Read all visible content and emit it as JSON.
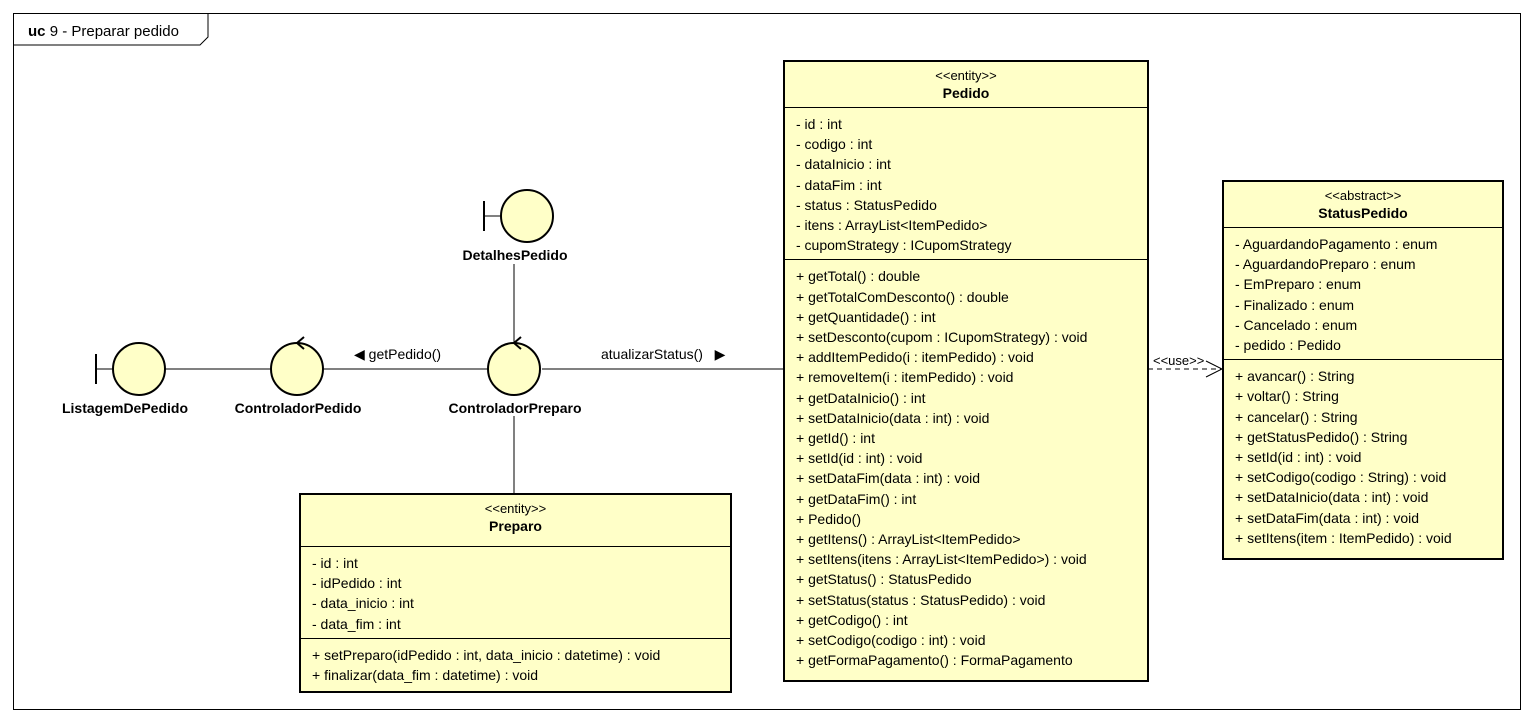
{
  "frame": {
    "keyword": "uc",
    "title": "9 - Preparar pedido"
  },
  "robustness": {
    "listagem": "ListagemDePedido",
    "controlador_pedido": "ControladorPedido",
    "controlador_preparo": "ControladorPreparo",
    "detalhes": "DetalhesPedido"
  },
  "edges": {
    "get_pedido": "getPedido()",
    "atualizar_status": "atualizarStatus()",
    "use": "<<use>>",
    "left_arrow": "◀",
    "right_arrow": "▶"
  },
  "colors": {
    "fill": "#ffffc8",
    "stroke": "#000000"
  },
  "pedido": {
    "stereotype": "<<entity>>",
    "name": "Pedido",
    "attributes": [
      "- id : int",
      "- codigo : int",
      "- dataInicio : int",
      "- dataFim : int",
      "- status : StatusPedido",
      "- itens : ArrayList<ItemPedido>",
      "- cupomStrategy : ICupomStrategy"
    ],
    "operations": [
      "+ getTotal() : double",
      "+ getTotalComDesconto() : double",
      "+ getQuantidade() : int",
      "+ setDesconto(cupom : ICupomStrategy) : void",
      "+ addItemPedido(i : itemPedido) : void",
      "+ removeItem(i : itemPedido) : void",
      "+ getDataInicio() : int",
      "+ setDataInicio(data : int) : void",
      "+ getId() : int",
      "+ setId(id : int) : void",
      "+ setDataFim(data : int) : void",
      "+ getDataFim() : int",
      "+ Pedido()",
      "+ getItens() : ArrayList<ItemPedido>",
      "+ setItens(itens : ArrayList<ItemPedido>) : void",
      "+ getStatus() : StatusPedido",
      "+ setStatus(status : StatusPedido) : void",
      "+ getCodigo() : int",
      "+ setCodigo(codigo : int) : void",
      "+ getFormaPagamento() : FormaPagamento"
    ]
  },
  "status_pedido": {
    "stereotype": "<<abstract>>",
    "name": "StatusPedido",
    "attributes": [
      "- AguardandoPagamento : enum",
      "- AguardandoPreparo : enum",
      "- EmPreparo : enum",
      "- Finalizado : enum",
      "- Cancelado : enum",
      "- pedido : Pedido"
    ],
    "operations": [
      "+ avancar() : String",
      "+ voltar() : String",
      "+ cancelar() : String",
      "+ getStatusPedido() : String",
      "+ setId(id : int) : void",
      "+ setCodigo(codigo : String) : void",
      "+ setDataInicio(data : int) : void",
      "+ setDataFim(data : int) : void",
      "+ setItens(item : ItemPedido) : void"
    ]
  },
  "preparo": {
    "stereotype": "<<entity>>",
    "name": "Preparo",
    "attributes": [
      "- id : int",
      "- idPedido : int",
      "- data_inicio : int",
      "- data_fim : int"
    ],
    "operations": [
      "+ setPreparo(idPedido : int, data_inicio : datetime) : void",
      "+ finalizar(data_fim : datetime) : void"
    ]
  }
}
